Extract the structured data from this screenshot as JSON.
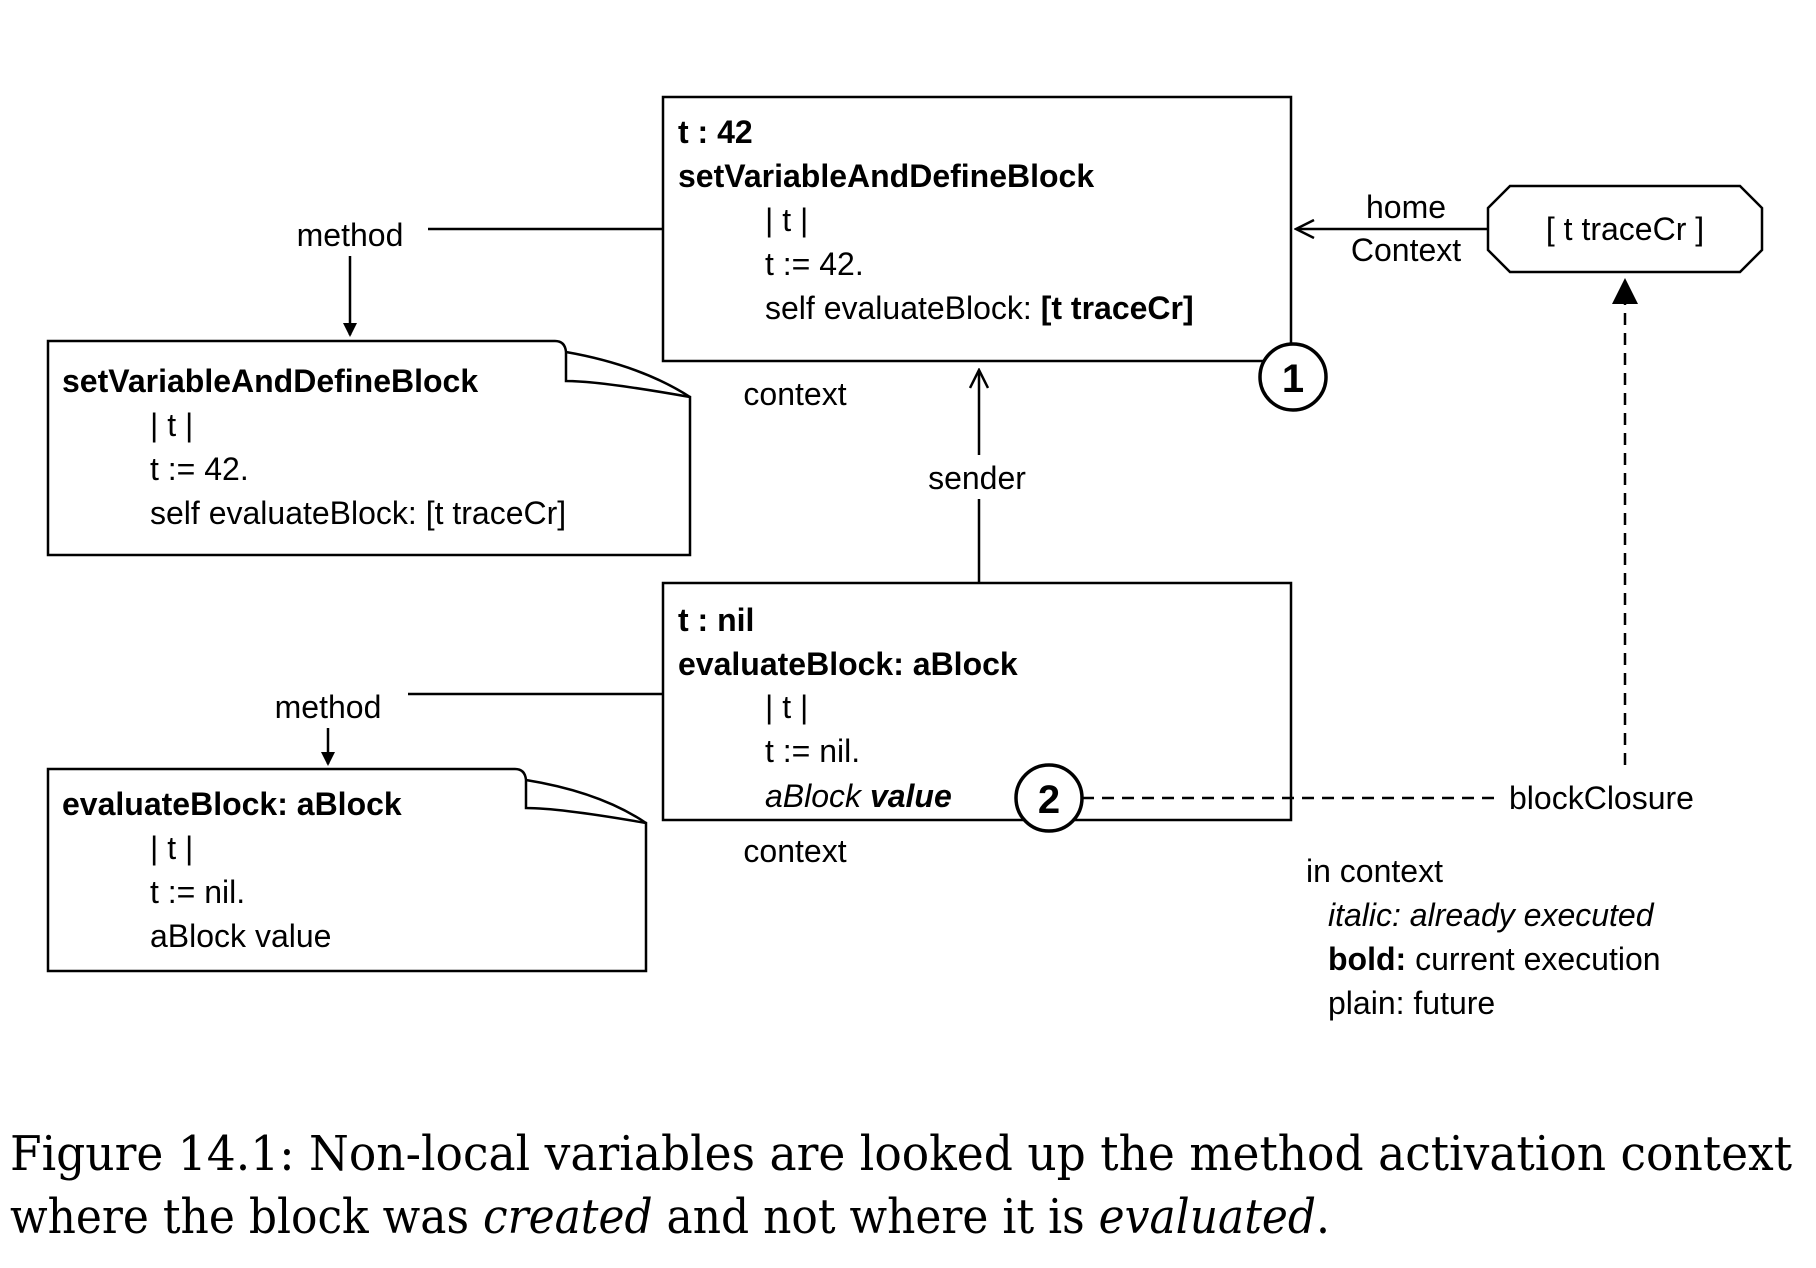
{
  "context1": {
    "var": "t : 42",
    "method": "setVariableAndDefineBlock",
    "line1": "| t |",
    "line2": "t := 42.",
    "line3_prefix": "self evaluateBlock: ",
    "line3_bold": "[t traceCr]"
  },
  "context2": {
    "var": "t : nil",
    "method": "evaluateBlock: aBlock",
    "line1": "| t |",
    "line2": "t := nil.",
    "line3_italic": "aBlock",
    "line3_bold": "value"
  },
  "method1": {
    "title": "setVariableAndDefineBlock",
    "line1": "| t |",
    "line2": "t := 42.",
    "line3": "self evaluateBlock: [t traceCr]"
  },
  "method2": {
    "title": "evaluateBlock: aBlock",
    "line1": "| t |",
    "line2": "t := nil.",
    "line3": "aBlock value"
  },
  "block": {
    "label": "[ t traceCr ]"
  },
  "labels": {
    "method_top": "method",
    "method_bottom": "method",
    "context_top": "context",
    "context_bottom": "context",
    "sender": "sender",
    "home": "home",
    "home_context": "Context",
    "block_closure": "blockClosure",
    "marker1": "1",
    "marker2": "2"
  },
  "legend": {
    "title": "in context",
    "italic_text": "italic: already executed",
    "bold_key": "bold:",
    "bold_text": " current execution",
    "plain_text": "plain: future"
  },
  "caption": {
    "prefix": "Figure 14.1: Non-local variables are looked up the method activation context",
    "line2_a": "where the block was ",
    "line2_created": "created",
    "line2_b": " and not where it is ",
    "line2_evaluated": "evaluated",
    "line2_end": "."
  }
}
